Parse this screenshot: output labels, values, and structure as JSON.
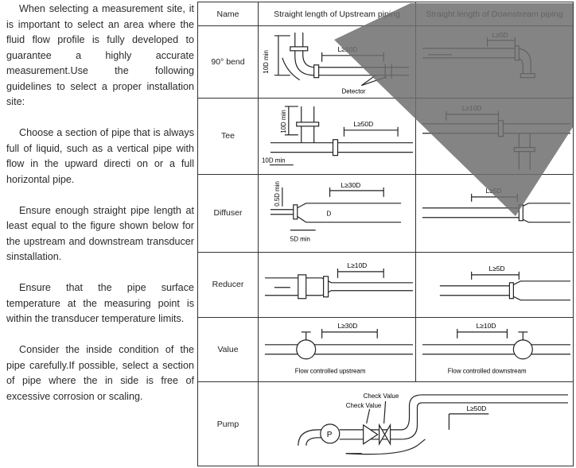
{
  "intro": {
    "paragraphs": [
      "When selecting a measurement site, it is important to select an area where the fluid flow profile is fully developed to guarantee a highly accurate measurement.Use the following guidelines to select a proper installation site:",
      "Choose a section of pipe that is always full of liquid, such as a vertical pipe with flow in the upward directi on or a full horizontal pipe.",
      "Ensure enough straight pipe length at least equal to the figure shown below for the upstream and downstream transducer sinstallation.",
      "Ensure that the pipe surface temperature at the measuring point is within the transducer temperature limits.",
      "Consider the inside condition of the pipe carefully.If possible, select a section of pipe where the in side is free of excessive corrosion or scaling."
    ]
  },
  "table": {
    "headers": {
      "name": "Name",
      "upstream": "Straight length of Upstream piping",
      "downstream": "Straight length of Downstream piping"
    },
    "rows": [
      {
        "name": "90° bend",
        "up_length": "L≥10D",
        "up_vertical": "10D min",
        "up_note": "Detector",
        "down_length": "L≥5D"
      },
      {
        "name": "Tee",
        "up_length": "L≥50D",
        "up_vertical": "10D min",
        "up_horizontal": "10D min",
        "down_length": "L≥10D"
      },
      {
        "name": "Diffuser",
        "up_length": "L≥30D",
        "up_vertical": "0.5D min",
        "up_horizontal": "5D min",
        "up_d": "D",
        "down_length": "L≥5D"
      },
      {
        "name": "Reducer",
        "up_length": "L≥10D",
        "down_length": "L≥5D"
      },
      {
        "name": "Value",
        "up_length": "L≥30D",
        "up_caption": "Flow controlled upstream",
        "down_length": "L≥10D",
        "down_caption": "Flow controlled downstream"
      },
      {
        "name": "Pump",
        "label_check1": "Check Value",
        "label_check2": "Check Value",
        "pump_symbol": "P",
        "length": "L≥50D"
      }
    ]
  },
  "colors": {
    "line": "#222222",
    "shadow": "#6e6e6e"
  }
}
